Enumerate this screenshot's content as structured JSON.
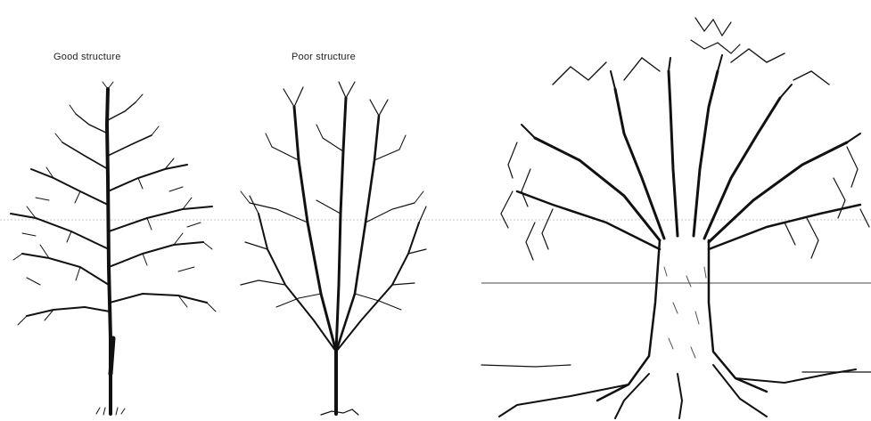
{
  "labels": {
    "good": "Good structure",
    "poor": "Poor structure"
  },
  "colors": {
    "ink": "#111111",
    "guide": "#bdbdbd"
  },
  "figures": [
    {
      "name": "good-structure-tree"
    },
    {
      "name": "poor-structure-tree"
    },
    {
      "name": "topped-tree"
    }
  ]
}
